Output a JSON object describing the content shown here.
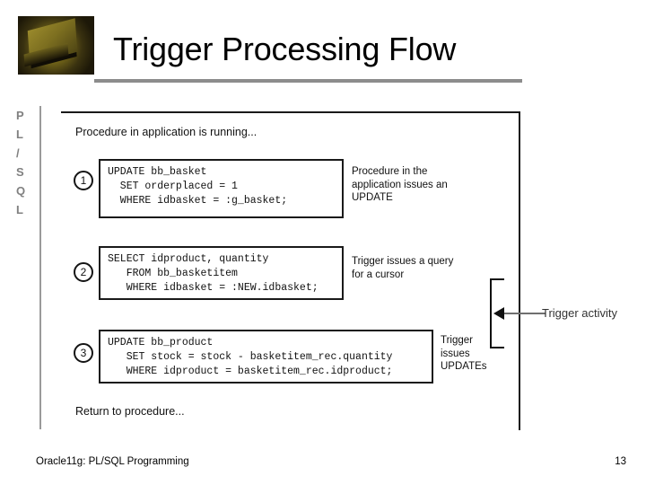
{
  "slide": {
    "title": "Trigger Processing Flow",
    "logo_icon": "book-logo-icon",
    "side_label_chars": [
      "P",
      "L",
      "/",
      "S",
      "Q",
      "L"
    ]
  },
  "diagram": {
    "top_note": "Procedure in application is running...",
    "bottom_note": "Return to procedure...",
    "steps": [
      {
        "number": "1",
        "code": [
          "UPDATE bb_basket",
          "  SET orderplaced = 1",
          "  WHERE idbasket = :g_basket;"
        ],
        "note": "Procedure in the application issues an UPDATE"
      },
      {
        "number": "2",
        "code": [
          "SELECT idproduct, quantity",
          "   FROM bb_basketitem",
          "   WHERE idbasket = :NEW.idbasket;"
        ],
        "note": "Trigger issues a query for a cursor"
      },
      {
        "number": "3",
        "code": [
          "UPDATE bb_product",
          "   SET stock = stock - basketitem_rec.quantity",
          "   WHERE idproduct = basketitem_rec.idproduct;"
        ],
        "note": "Trigger issues UPDATEs"
      }
    ],
    "bracket_label": "Trigger activity"
  },
  "footer": {
    "source": "Oracle11g: PL/SQL Programming",
    "page_number": "13"
  },
  "colors": {
    "rule": "#8c8c8c",
    "side_label": "#808080",
    "ink": "#111111",
    "arrow": "#6f6f6f"
  }
}
